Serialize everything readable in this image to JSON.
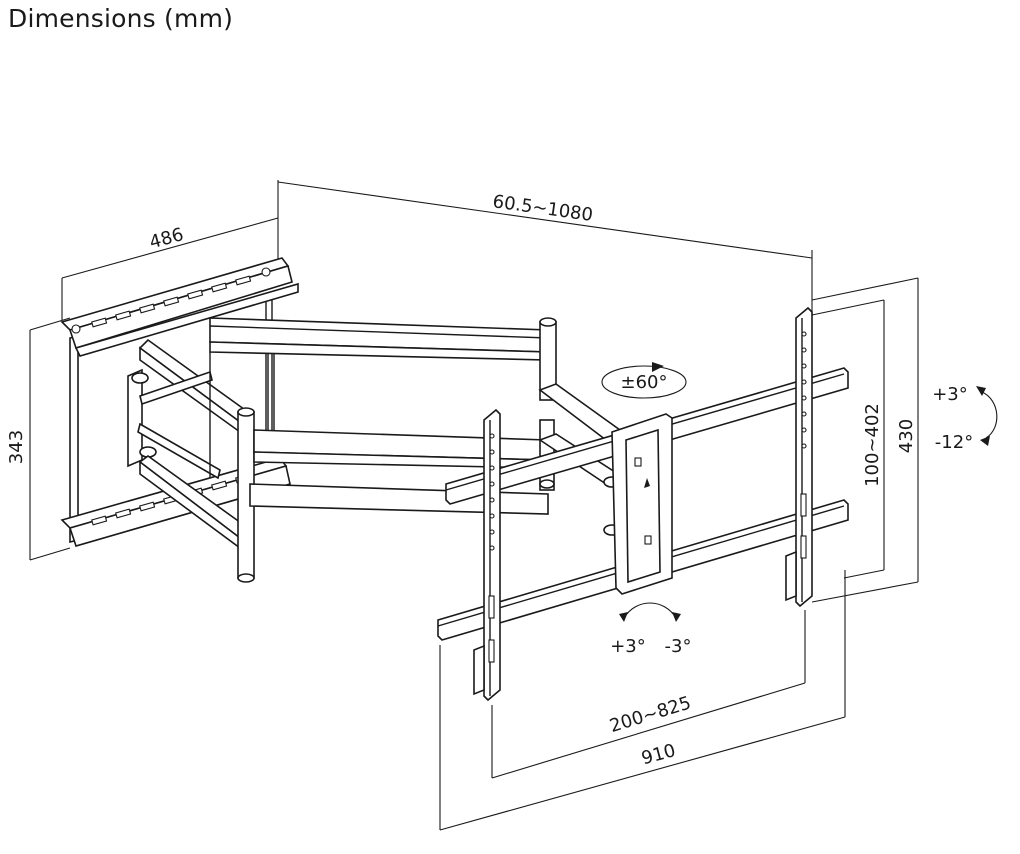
{
  "title": "Dimensions (mm)",
  "dimensions": {
    "plate_width": "486",
    "plate_height": "343",
    "extension": "60.5~1080",
    "vesa_vertical": "100~402",
    "height_overall": "430",
    "vesa_horizontal": "200~825",
    "width_overall": "910"
  },
  "angles": {
    "swivel": "±60°",
    "tilt_up": "+3°",
    "tilt_down": "-12°",
    "level_plus": "+3°",
    "level_minus": "-3°"
  }
}
